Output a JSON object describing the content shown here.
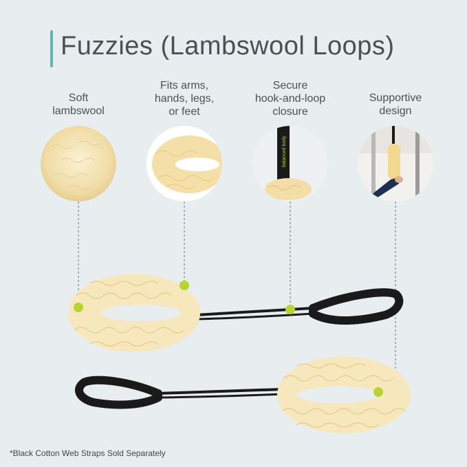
{
  "title": "Fuzzies (Lambswool Loops)",
  "features": [
    {
      "label": "Soft\nlambswool",
      "icon": "lambswool-texture"
    },
    {
      "label": "Fits arms,\nhands, legs,\nor feet",
      "icon": "loop-closeup"
    },
    {
      "label": "Secure\nhook-and-loop\nclosure",
      "icon": "strap-closure"
    },
    {
      "label": "Supportive\ndesign",
      "icon": "apparatus-in-use"
    }
  ],
  "strap_brand_text": "balanced body",
  "footnote": "*Black Cotton Web Straps Sold Separately",
  "colors": {
    "accent": "#5fb6ad",
    "background": "#e8edf0",
    "wool": "#f6e7bd",
    "strap": "#1a1a1a",
    "marker": "#b7d433",
    "text": "#4a5054"
  }
}
